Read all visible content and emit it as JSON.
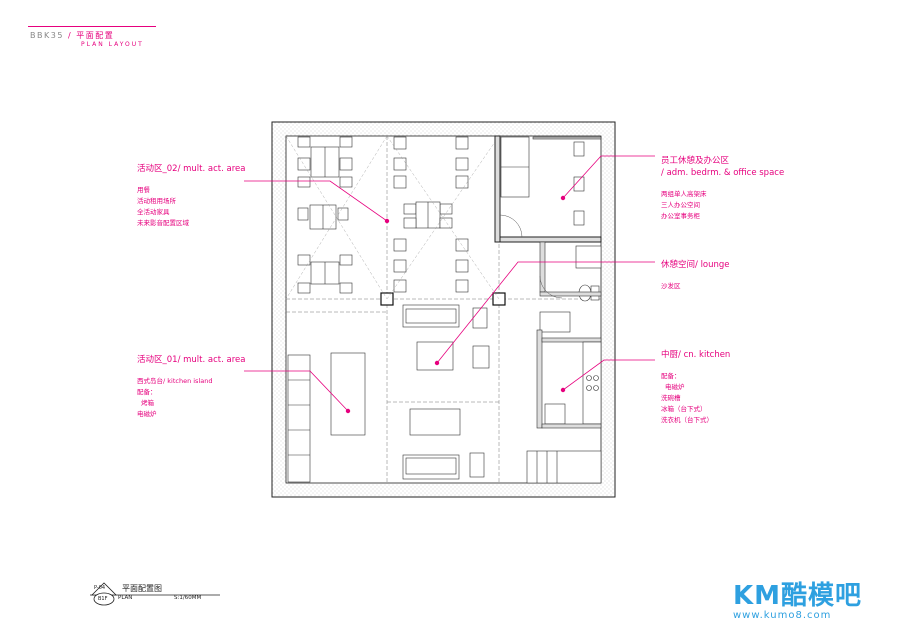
{
  "header": {
    "code": "BBK35",
    "separator": "/",
    "title": "平面配置",
    "subtitle": "PLAN LAYOUT"
  },
  "notes": {
    "mult_act_02": {
      "title": "活动区_02/ mult. act. area",
      "lines": [
        "用餐",
        "活动租用场所",
        "全活动家具",
        "未来影音配置区域"
      ]
    },
    "mult_act_01": {
      "title": "活动区_01/ mult. act. area",
      "lines": [
        "西式岛台/ kitchen island",
        "配备：",
        "烤箱",
        "电磁炉"
      ]
    },
    "office": {
      "title": "员工休憩及办公区",
      "title2": "/ adm. bedrm. & office space",
      "lines": [
        "两组单人高架床",
        "三人办公空间",
        "办公室事务柜"
      ]
    },
    "lounge": {
      "title": "休憩空间/ lounge",
      "lines": [
        "沙发区"
      ]
    },
    "kitchen": {
      "title": "中厨/ cn. kitchen",
      "lines": [
        "配备：",
        "电磁炉",
        "洗碗槽",
        "冰箱（台下式）",
        "洗衣机（台下式）"
      ]
    }
  },
  "title_block": {
    "name": "平面配置图",
    "code_top": "P-04",
    "code_bottom": "B1F",
    "plan_label": "PLAN",
    "scale": "S:1/60MM"
  },
  "logo": {
    "text": "KM酷模吧",
    "url": "www.kumo8.com"
  },
  "colors": {
    "accent": "#e6007e",
    "line": "#333333",
    "logo": "#2ea0e0"
  }
}
